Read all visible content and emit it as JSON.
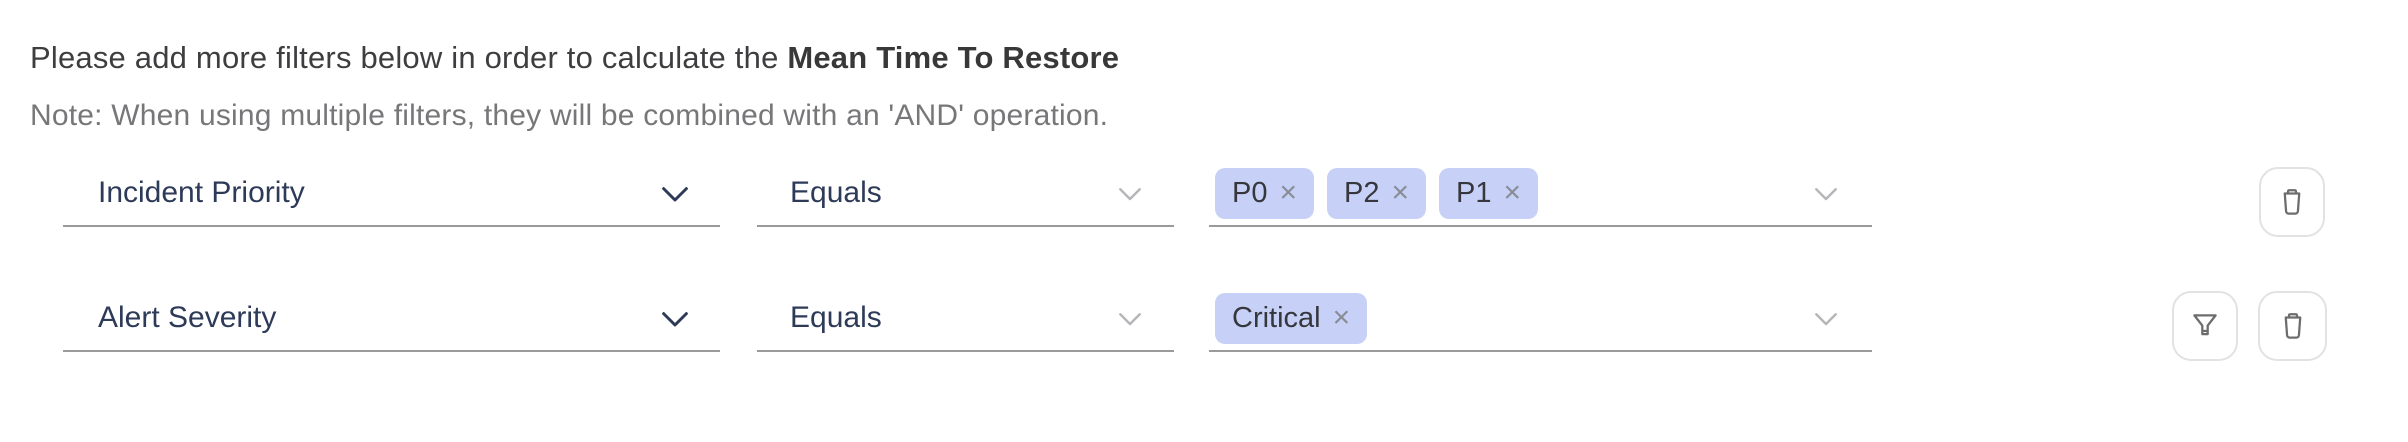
{
  "header": {
    "intro": "Please add more filters below in order to calculate the",
    "metric": "Mean Time To Restore",
    "note": "Note: When using multiple filters, they will be combined with an 'AND' operation."
  },
  "rows": [
    {
      "field_label": "Incident Priority",
      "operator_label": "Equals",
      "values": [
        {
          "label": "P0"
        },
        {
          "label": "P2"
        },
        {
          "label": "P1"
        }
      ]
    },
    {
      "field_label": "Alert Severity",
      "operator_label": "Equals",
      "values": [
        {
          "label": "Critical"
        }
      ]
    }
  ],
  "icons": {
    "remove": "×",
    "chevron": "chevron-down",
    "trash": "trash-icon",
    "funnel": "filter-funnel-icon"
  },
  "colors": {
    "field_text": "#2d3a58",
    "chip_background": "#c7d1f8",
    "chip_text": "#36373d",
    "underline": "#9a9a9a",
    "note_text": "#77777a",
    "button_border": "#e2e2e4"
  }
}
